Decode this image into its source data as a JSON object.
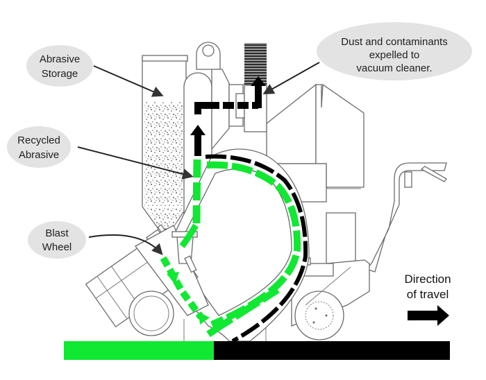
{
  "diagram": {
    "title": "Shot blasting machine abrasive flow",
    "colors": {
      "recycled_flow": "#10e832",
      "dust_flow": "#000000",
      "bubble": "#e3e3e3",
      "machine_outline": "#6a6a6a",
      "blasted_surface": "#10e832",
      "unblasted_surface": "#000000"
    },
    "callouts": {
      "abrasive_storage": {
        "line1": "Abrasive",
        "line2": "Storage"
      },
      "recycled_abrasive": {
        "line1": "Recycled",
        "line2": "Abrasive"
      },
      "blast_wheel": {
        "line1": "Blast",
        "line2": "Wheel"
      },
      "dust": {
        "line1": "Dust and contaminants",
        "line2": "expelled to",
        "line3": "vacuum cleaner."
      }
    },
    "direction": {
      "line1": "Direction",
      "line2": "of travel",
      "icon": "arrow-right-icon"
    },
    "surface": {
      "blasted_label": "",
      "unblasted_label": ""
    }
  }
}
